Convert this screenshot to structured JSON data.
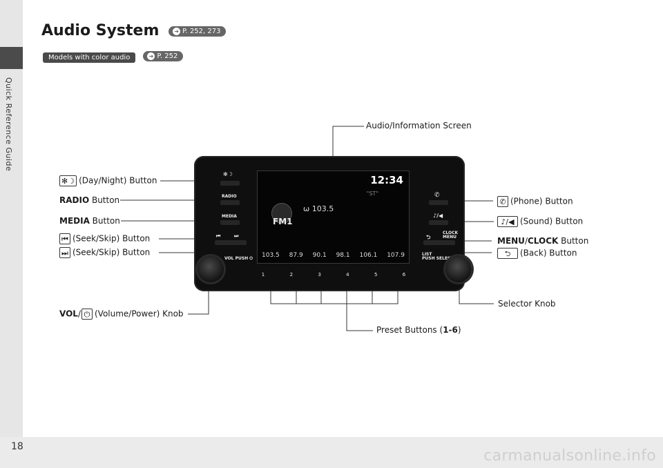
{
  "side_tab": {
    "label": "Quick Reference Guide"
  },
  "page": {
    "number": "18",
    "watermark": "carmanualsonline.info"
  },
  "header": {
    "title": "Audio System",
    "title_ref": "P. 252, 273",
    "badge": "Models with color audio",
    "badge_ref": "P. 252"
  },
  "screen": {
    "clock": "12:34",
    "stereo": "\"ST\"",
    "band": "FM1",
    "station": "103.5",
    "presets": [
      "103.5",
      "87.9",
      "90.1",
      "98.1",
      "106.1",
      "107.9"
    ]
  },
  "hardware": {
    "radio": "RADIO",
    "media": "MEDIA",
    "vol": "VOL",
    "push": "PUSH",
    "clock_menu_top": "CLOCK",
    "clock_menu_bottom": "MENU",
    "list": "LIST",
    "push_select": "PUSH SELECT",
    "preset_keys": [
      "1",
      "2",
      "3",
      "4",
      "5",
      "6"
    ]
  },
  "labels": {
    "day_night": "(Day/Night) Button",
    "radio_bold": "RADIO",
    "radio_rest": " Button",
    "media_bold": "MEDIA",
    "media_rest": " Button",
    "seek_back": "(Seek/Skip) Button",
    "seek_fwd": "(Seek/Skip) Button",
    "vol_bold": "VOL",
    "vol_rest": "(Volume/Power) Knob",
    "screen": "Audio/Information Screen",
    "phone": "(Phone) Button",
    "sound": "(Sound) Button",
    "menu_bold": "MENU",
    "menu_slash": "/",
    "clock_bold": "CLOCK",
    "menu_rest": " Button",
    "back": "(Back) Button",
    "selector": "Selector Knob",
    "preset_text": "Preset Buttons (",
    "preset_range": "1-6",
    "preset_close": ")"
  },
  "icons": {
    "day_night": "sun-moon-icon",
    "seek_back": "skip-back-icon",
    "seek_fwd": "skip-forward-icon",
    "power": "power-icon",
    "phone": "phone-icon",
    "sound": "sound-icon",
    "back": "back-arrow-icon"
  }
}
